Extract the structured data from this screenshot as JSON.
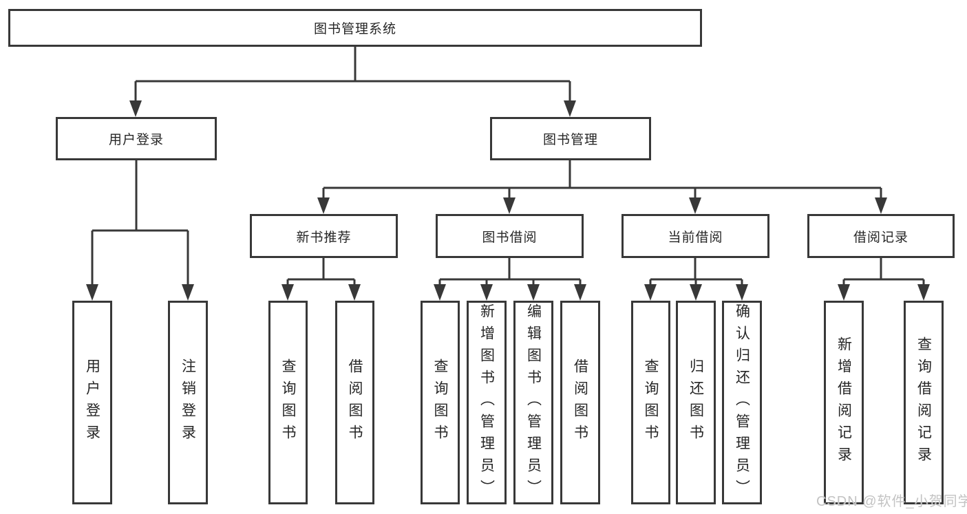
{
  "tree": {
    "label": "图书管理系统",
    "children": [
      {
        "label": "用户登录",
        "children": [
          {
            "label": "用户登录"
          },
          {
            "label": "注销登录"
          }
        ]
      },
      {
        "label": "图书管理",
        "children": [
          {
            "label": "新书推荐",
            "children": [
              {
                "label": "查询图书"
              },
              {
                "label": "借阅图书"
              }
            ]
          },
          {
            "label": "图书借阅",
            "children": [
              {
                "label": "查询图书"
              },
              {
                "label": "新增图书（管理员）"
              },
              {
                "label": "编辑图书（管理员）"
              },
              {
                "label": "借阅图书"
              }
            ]
          },
          {
            "label": "当前借阅",
            "children": [
              {
                "label": "查询图书"
              },
              {
                "label": "归还图书"
              },
              {
                "label": "确认归还（管理员）"
              }
            ]
          },
          {
            "label": "借阅记录",
            "children": [
              {
                "label": "新增借阅记录"
              },
              {
                "label": "查询借阅记录"
              }
            ]
          }
        ]
      }
    ]
  },
  "watermark": "CSDN @软件_小贺同学",
  "colors": {
    "line": "#383838",
    "box_border": "#383838",
    "text": "#262626",
    "watermark": "#c3c3c3",
    "background": "#ffffff"
  }
}
